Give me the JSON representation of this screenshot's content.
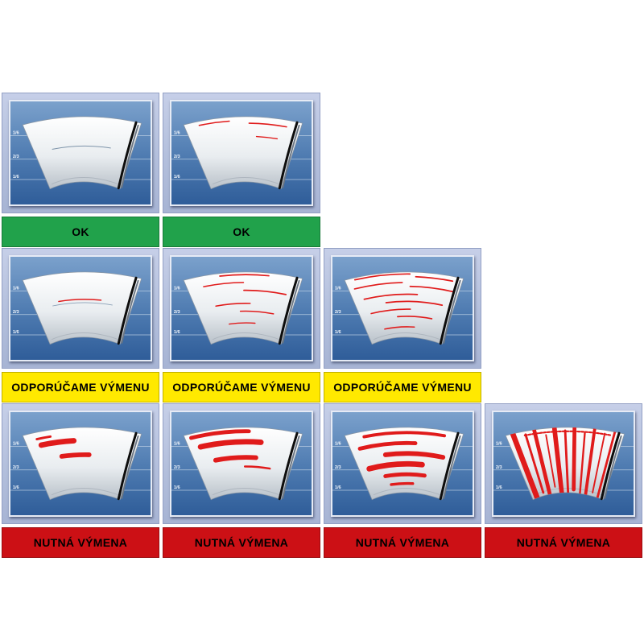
{
  "title": "wiper-blade-wear-guide",
  "zone_marks": [
    "1/6",
    "2/3",
    "1/6"
  ],
  "colors": {
    "page_bg": "#ffffff",
    "frame": "#b7c2de",
    "screen_top": "#7ba1cc",
    "screen_mid": "#4d7ab0",
    "screen_bottom": "#2f5d99",
    "fan_top": "#ffffff",
    "fan_bottom": "#b9c1c9",
    "blade": "#0d0d0d",
    "streak_red": "#e01b1b",
    "ok_green": "#21a24b",
    "warn_yellow": "#ffe900",
    "bad_red": "#cc1015",
    "label_text": "#000000"
  },
  "rows": [
    {
      "status": "ok",
      "label": "OK",
      "bar_color": "#21a24b",
      "panels": [
        {
          "name": "clean",
          "streaks": [
            {
              "t": 0.45,
              "u1": 0.18,
              "u2": 0.78,
              "w": 1.1,
              "c": "#7d93a9"
            }
          ]
        },
        {
          "name": "light-marks",
          "streaks": [
            {
              "t": 0.06,
              "u1": 0.12,
              "u2": 0.38,
              "w": 1.6
            },
            {
              "t": 0.1,
              "u1": 0.55,
              "u2": 0.88,
              "w": 1.6
            },
            {
              "t": 0.3,
              "u1": 0.62,
              "u2": 0.82,
              "w": 1.4
            }
          ]
        }
      ]
    },
    {
      "status": "recommend-replacement",
      "label": "ODPORÚČAME VÝMENU",
      "bar_color": "#ffe900",
      "panels": [
        {
          "name": "one-streak",
          "streaks": [
            {
              "t": 0.42,
              "u1": 0.25,
              "u2": 0.68,
              "w": 1.6
            },
            {
              "t": 0.47,
              "u1": 0.18,
              "u2": 0.8,
              "w": 0.9,
              "c": "#8aa0b6"
            }
          ]
        },
        {
          "name": "several-streaks",
          "streaks": [
            {
              "t": 0.04,
              "u1": 0.3,
              "u2": 0.72,
              "w": 1.8
            },
            {
              "t": 0.16,
              "u1": 0.14,
              "u2": 0.5,
              "w": 1.6
            },
            {
              "t": 0.28,
              "u1": 0.5,
              "u2": 0.9,
              "w": 1.8
            },
            {
              "t": 0.48,
              "u1": 0.2,
              "u2": 0.56,
              "w": 1.6
            },
            {
              "t": 0.6,
              "u1": 0.45,
              "u2": 0.82,
              "w": 1.6
            },
            {
              "t": 0.78,
              "u1": 0.3,
              "u2": 0.62,
              "w": 1.5
            }
          ]
        },
        {
          "name": "many-streaks",
          "streaks": [
            {
              "t": 0.03,
              "u1": 0.08,
              "u2": 0.55,
              "w": 1.8
            },
            {
              "t": 0.07,
              "u1": 0.6,
              "u2": 0.92,
              "w": 1.8
            },
            {
              "t": 0.16,
              "u1": 0.05,
              "u2": 0.48,
              "w": 1.7
            },
            {
              "t": 0.22,
              "u1": 0.55,
              "u2": 0.95,
              "w": 1.8
            },
            {
              "t": 0.34,
              "u1": 0.1,
              "u2": 0.62,
              "w": 1.8
            },
            {
              "t": 0.45,
              "u1": 0.3,
              "u2": 0.88,
              "w": 1.8
            },
            {
              "t": 0.57,
              "u1": 0.12,
              "u2": 0.55,
              "w": 1.7
            },
            {
              "t": 0.68,
              "u1": 0.4,
              "u2": 0.8,
              "w": 1.7
            },
            {
              "t": 0.84,
              "u1": 0.22,
              "u2": 0.6,
              "w": 1.6
            }
          ]
        }
      ]
    },
    {
      "status": "replacement-required",
      "label": "NUTNÁ VÝMENA",
      "bar_color": "#cc1015",
      "panels": [
        {
          "name": "smears-1",
          "streaks": [
            {
              "t": 0.1,
              "u1": 0.1,
              "u2": 0.22,
              "w": 3
            },
            {
              "t": 0.2,
              "u1": 0.12,
              "u2": 0.42,
              "w": 7
            },
            {
              "t": 0.42,
              "u1": 0.28,
              "u2": 0.56,
              "w": 6
            }
          ]
        },
        {
          "name": "smears-2",
          "streaks": [
            {
              "t": 0.06,
              "u1": 0.05,
              "u2": 0.55,
              "w": 5
            },
            {
              "t": 0.22,
              "u1": 0.1,
              "u2": 0.66,
              "w": 7
            },
            {
              "t": 0.46,
              "u1": 0.2,
              "u2": 0.62,
              "w": 6
            },
            {
              "t": 0.6,
              "u1": 0.5,
              "u2": 0.78,
              "w": 2.5
            }
          ]
        },
        {
          "name": "smears-3",
          "streaks": [
            {
              "t": 0.08,
              "u1": 0.15,
              "u2": 0.85,
              "w": 4
            },
            {
              "t": 0.24,
              "u1": 0.08,
              "u2": 0.6,
              "w": 5
            },
            {
              "t": 0.4,
              "u1": 0.3,
              "u2": 0.88,
              "w": 6
            },
            {
              "t": 0.56,
              "u1": 0.1,
              "u2": 0.68,
              "w": 7
            },
            {
              "t": 0.72,
              "u1": 0.25,
              "u2": 0.72,
              "w": 5
            },
            {
              "t": 0.86,
              "u1": 0.3,
              "u2": 0.58,
              "w": 3.5
            }
          ]
        },
        {
          "name": "full-wear-vertical",
          "streaks": [
            {
              "t": 0.06,
              "u1": 0.15,
              "u2": 0.9,
              "w": 2.2,
              "dash": "3 2"
            }
          ],
          "vstripes": [
            {
              "u": 0.06,
              "t1": 0.0,
              "t2": 1.0,
              "w": 7
            },
            {
              "u": 0.16,
              "t1": 0.05,
              "t2": 0.95,
              "w": 3
            },
            {
              "u": 0.24,
              "t1": 0.0,
              "t2": 1.0,
              "w": 5
            },
            {
              "u": 0.33,
              "t1": 0.1,
              "t2": 0.9,
              "w": 2
            },
            {
              "u": 0.41,
              "t1": 0.0,
              "t2": 1.0,
              "w": 6
            },
            {
              "u": 0.5,
              "t1": 0.05,
              "t2": 1.0,
              "w": 3
            },
            {
              "u": 0.58,
              "t1": 0.0,
              "t2": 0.95,
              "w": 5
            },
            {
              "u": 0.67,
              "t1": 0.08,
              "t2": 1.0,
              "w": 2.5
            },
            {
              "u": 0.75,
              "t1": 0.0,
              "t2": 1.0,
              "w": 4
            },
            {
              "u": 0.84,
              "t1": 0.05,
              "t2": 0.95,
              "w": 2
            },
            {
              "u": 0.92,
              "t1": 0.0,
              "t2": 1.0,
              "w": 3
            }
          ]
        }
      ]
    }
  ]
}
